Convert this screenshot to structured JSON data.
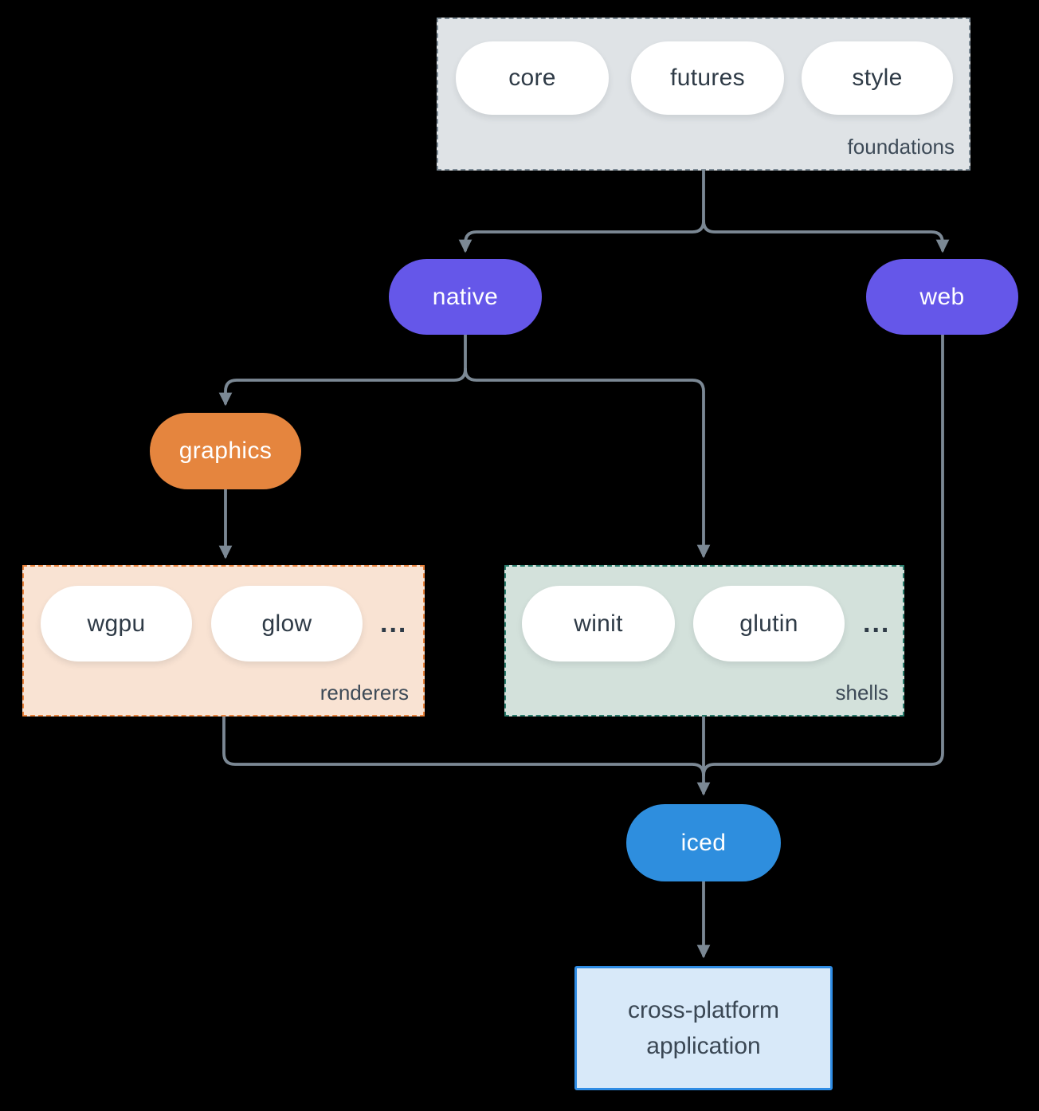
{
  "colors": {
    "background": "#000000",
    "edge": "#7b8894",
    "node_text_light": "#ffffff",
    "node_text_dark": "#2f3b47",
    "group_label_text": "#3d4a57",
    "native_fill": "#6557e9",
    "web_fill": "#6557e9",
    "graphics_fill": "#e5853e",
    "iced_fill": "#2e8ede",
    "foundations_bg": "#dfe3e6",
    "foundations_border": "#7d8b96",
    "renderers_bg": "#f9e3d3",
    "renderers_border": "#e8823c",
    "shells_bg": "#d3e1db",
    "shells_border": "#2b7d6d",
    "app_bg": "#d8e9f9",
    "app_border": "#2f8ce4"
  },
  "groups": {
    "foundations": {
      "label": "foundations",
      "pills": [
        "core",
        "futures",
        "style"
      ]
    },
    "renderers": {
      "label": "renderers",
      "pills": [
        "wgpu",
        "glow"
      ],
      "ellipsis": "..."
    },
    "shells": {
      "label": "shells",
      "pills": [
        "winit",
        "glutin"
      ],
      "ellipsis": "..."
    }
  },
  "nodes": {
    "native": "native",
    "web": "web",
    "graphics": "graphics",
    "iced": "iced",
    "app": {
      "lines": [
        "cross-platform",
        "application"
      ]
    }
  }
}
